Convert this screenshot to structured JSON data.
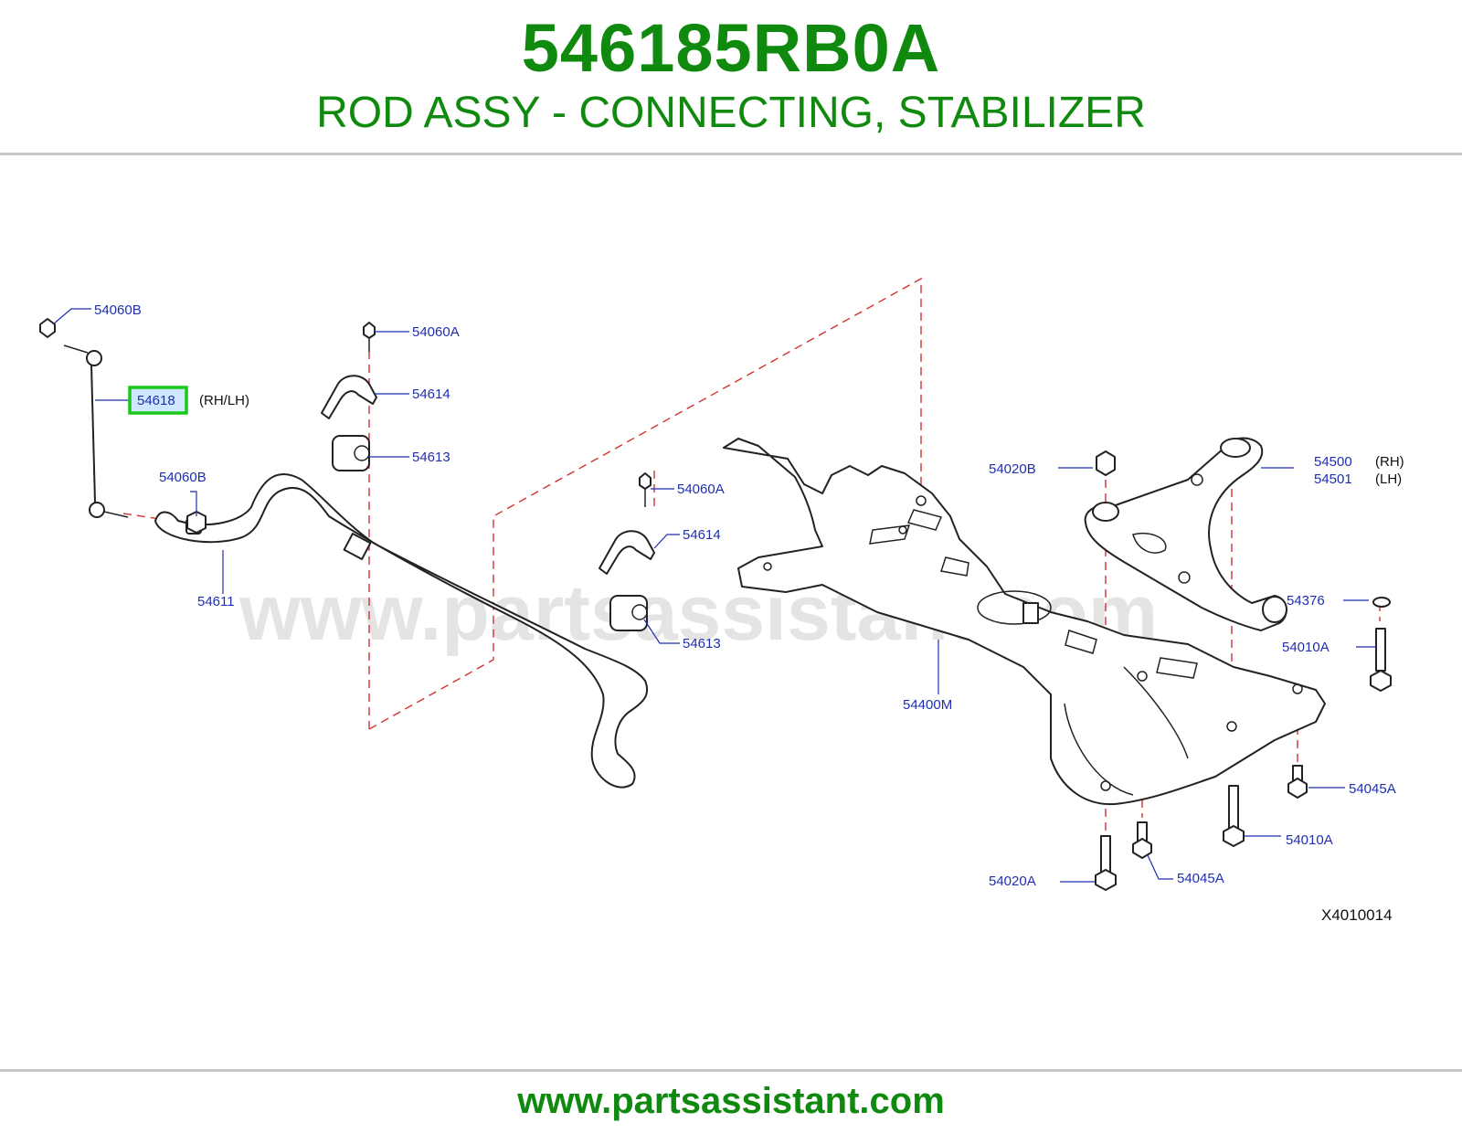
{
  "header": {
    "part_number": "546185RB0A",
    "description": "ROD ASSY - CONNECTING, STABILIZER"
  },
  "footer": {
    "url": "www.partsassistant.com"
  },
  "watermark": "www.partsassistant.com",
  "diagram": {
    "reference_code": "X4010014",
    "highlight_color": "#19c919",
    "callouts": {
      "c54060B_top": "54060B",
      "c54618": "54618",
      "c54618_note": "(RH/LH)",
      "c54060B_mid": "54060B",
      "c54611": "54611",
      "c54060A_top": "54060A",
      "c54614_top": "54614",
      "c54613_top": "54613",
      "c54060A_mid": "54060A",
      "c54614_mid": "54614",
      "c54613_mid": "54613",
      "c54400M": "54400M",
      "c54020B": "54020B",
      "c54500": "54500",
      "c54500_note": "(RH)",
      "c54501": "54501",
      "c54501_note": "(LH)",
      "c54376": "54376",
      "c54010A_top": "54010A",
      "c54045A_right": "54045A",
      "c54010A_bottom": "54010A",
      "c54045A_bottom": "54045A",
      "c54020A": "54020A"
    }
  }
}
